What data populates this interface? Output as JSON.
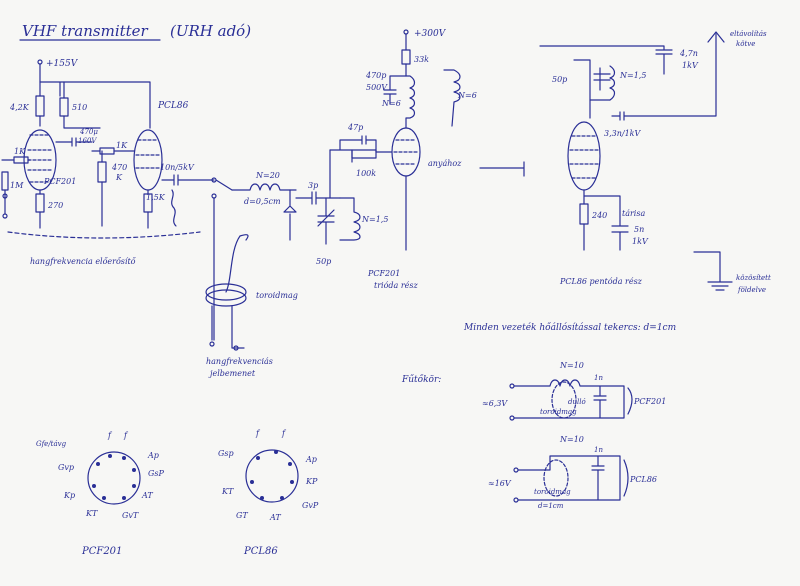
{
  "title": "VHF transmitter",
  "title_paren": "(URH adó)",
  "supply_155": "+155V",
  "supply_300": "+300V",
  "labels": {
    "r_42k": "4,2K",
    "r_510": "510",
    "c_470u": "470μ",
    "c_470u_v": "160V",
    "r_1k_a": "1K",
    "r_1k_b": "1K",
    "r_470k_a": "470",
    "r_470k_b": "K",
    "r_1m": "1M",
    "r_270": "270",
    "tube_pcf201": "PCF201",
    "tube_pcl86": "PCL86",
    "c_10n": "10n/5kV",
    "r_15k": "1,5K",
    "coil_n20": "N=20",
    "coil_d": "d=0,5cm",
    "c_3p": "3p",
    "c_50p": "50p",
    "coil_n15": "N=1,5",
    "c_47p": "47p",
    "r_100k": "100k",
    "tube_pcf201_osc": "PCF201",
    "tube_pcf201_osc2": "trióda rész",
    "anode_lbl": "anyához",
    "r_33k": "33k",
    "c_470p": "470p",
    "c_470p_v": "500V",
    "coil_n6": "N=6",
    "coil_n6b": "N=6",
    "c_50p_b": "50p",
    "coil_n15b": "N=1,5",
    "c_47n": "4,7n",
    "c_47n_v": "1kV",
    "c_33n": "3,3n/1kV",
    "r_240": "240",
    "c_5n": "5n",
    "c_5n_v": "1kV",
    "tarisa": "tárisa",
    "pcl86_pent": "PCL86 pentóda rész",
    "antenna_lbl1": "eltávolítás",
    "antenna_lbl2": "kötve",
    "ground_lbl1": "közösített",
    "ground_lbl2": "földelve",
    "audio_amp": "hangfrekvencia előerősítő",
    "torroid": "toroidmag",
    "audio_in1": "hangfrekvenciás",
    "audio_in2": "jelbemenet",
    "note_cond": "Minden vezeték hőállósítással tekercs: d=1cm",
    "futokor": "Fűtőkör:",
    "h1_v": "≈6,3V",
    "h1_n": "N=10",
    "h1_c": "1n",
    "h1_tube": "PCF201",
    "h1_core": "toroidmag",
    "h1_dash": "dulló",
    "h2_v": "≈16V",
    "h2_n": "N=10",
    "h2_c": "1n",
    "h2_tube": "PCL86",
    "h2_core": "toroidmag",
    "h2_d": "d=1cm",
    "pin_pcf_gfe": "Gfe/távg",
    "pin_f1": "f",
    "pin_f2": "f",
    "pin_pcf_ap": "Ap",
    "pin_pcf_gvp": "Gvp",
    "pin_pcf_gsp": "GsP",
    "pin_pcf_kp": "Kp",
    "pin_pcf_at": "AT",
    "pin_pcf_kt": "KT",
    "pin_pcf_gvt": "GvT",
    "pcf201_base": "PCF201",
    "pin_pcl_gsp": "Gsp",
    "pin_f3": "f",
    "pin_f4": "f",
    "pin_pcl_ap": "Ap",
    "pin_pcl_kp": "KP",
    "pin_pcl_kt": "KT",
    "pin_pcl_gt": "GT",
    "pin_pcl_at": "AT",
    "pin_pcl_gvp": "GvP",
    "pcl86_base": "PCL86"
  }
}
